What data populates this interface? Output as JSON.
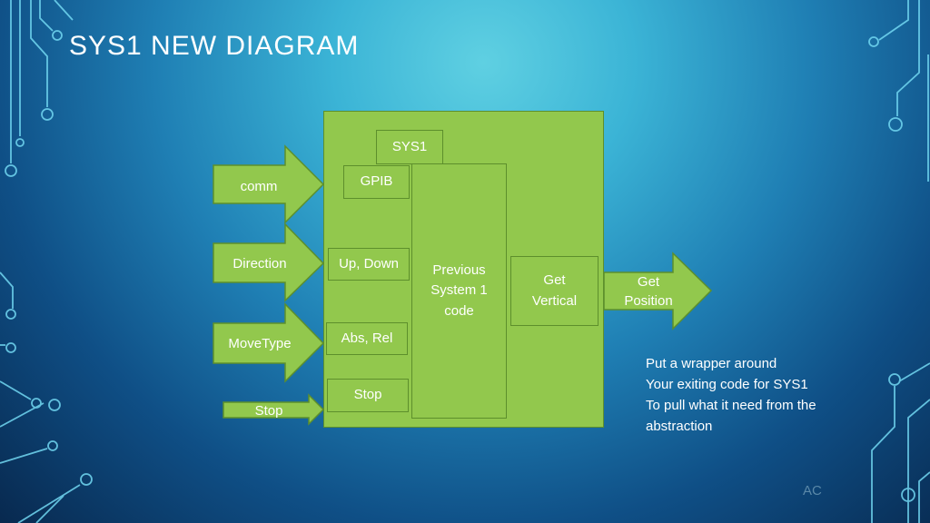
{
  "slide": {
    "title": "SYS1 NEW DIAGRAM",
    "footer": "AC"
  },
  "diagram": {
    "inputs": {
      "comm": "comm",
      "direction": "Direction",
      "move_type": "MoveType",
      "stop": "Stop"
    },
    "blocks": {
      "sys1": "SYS1",
      "gpib": "GPIB",
      "up_down": "Up, Down",
      "abs_rel": "Abs, Rel",
      "stop": "Stop",
      "previous_code": "Previous System 1 code",
      "get_vertical": "Get Vertical"
    },
    "output": "Get Position"
  },
  "note": {
    "lines": [
      "Put a wrapper around",
      "Your exiting code for SYS1",
      "To pull what it need from the",
      "abstraction"
    ]
  },
  "colors": {
    "block_fill": "#92c84d",
    "block_border": "#5d8f2c",
    "circuit": "#6fd6f0"
  }
}
